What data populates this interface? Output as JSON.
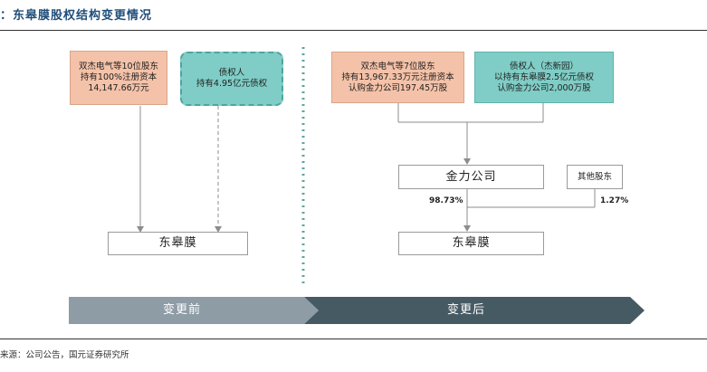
{
  "title": "：东皋膜股权结构变更情况",
  "before": {
    "shareholders_box": [
      "双杰电气等10位股东",
      "持有100%注册资本",
      "14,147.66万元"
    ],
    "creditor_box": [
      "债权人",
      "持有4.95亿元债权"
    ],
    "target_box": "东皋膜"
  },
  "after": {
    "shareholders_box": [
      "双杰电气等7位股东",
      "持有13,967.33万元注册资本",
      "认购金力公司197.45万股"
    ],
    "creditor_box": [
      "债权人（杰新园）",
      "以持有东皋膜2.5亿元债权",
      "认购金力公司2,000万股"
    ],
    "jinli_box": "金力公司",
    "other_box": "其他股东",
    "target_box": "东皋膜",
    "pct_jinli": "98.73%",
    "pct_other": "1.27%"
  },
  "banner": {
    "before_label": "变更前",
    "after_label": "变更后"
  },
  "footer": "来源：公司公告，国元证券研究所",
  "colors": {
    "title": "#1f4e79",
    "salmon": "#f4c2a8",
    "teal": "#7fcdc6",
    "banner_before": "#8e9ca6",
    "banner_after": "#465a64"
  }
}
